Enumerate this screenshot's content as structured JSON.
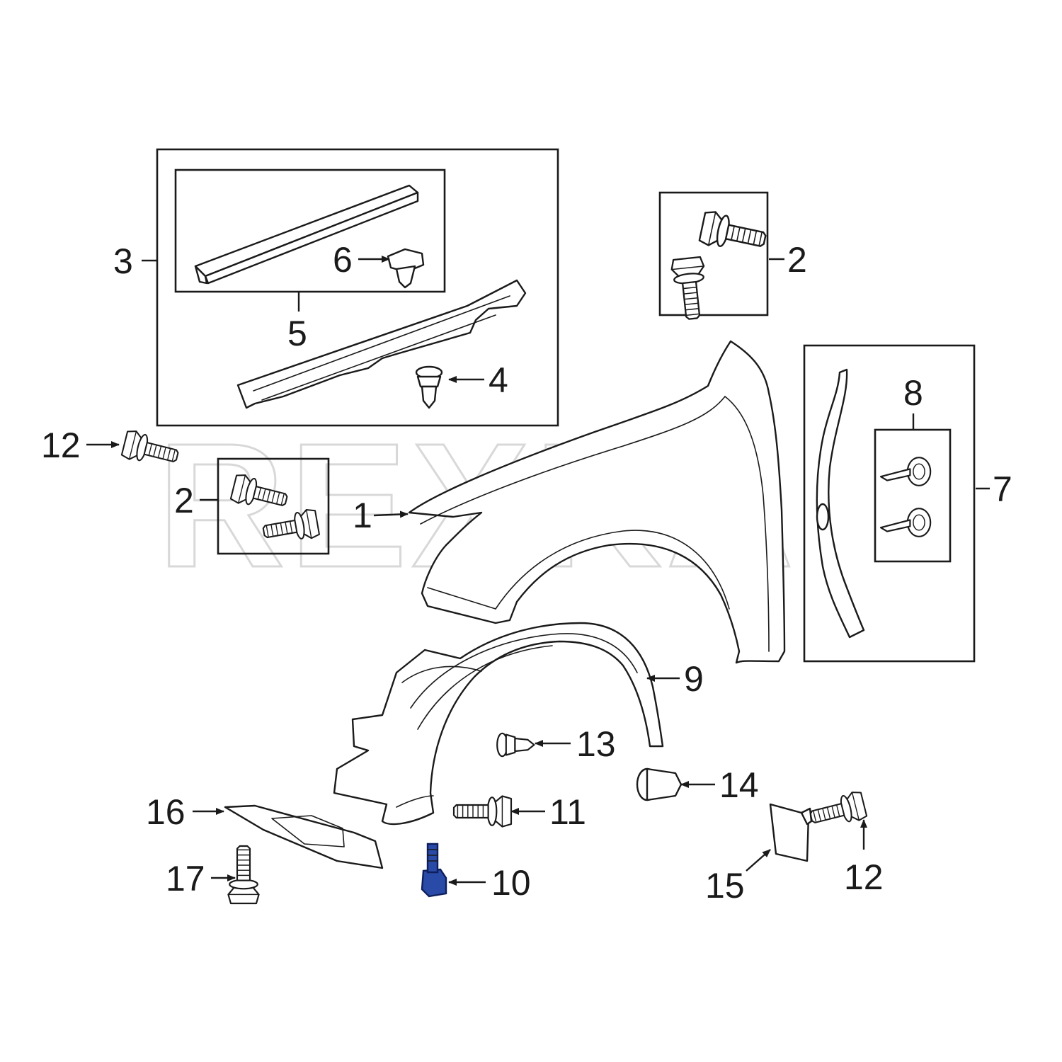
{
  "diagram": {
    "watermark": "REXKA",
    "highlight_color": "#2a4aa8",
    "callouts": [
      {
        "id": "c1",
        "label": "1"
      },
      {
        "id": "c2a",
        "label": "2"
      },
      {
        "id": "c2b",
        "label": "2"
      },
      {
        "id": "c3",
        "label": "3"
      },
      {
        "id": "c4",
        "label": "4"
      },
      {
        "id": "c5",
        "label": "5"
      },
      {
        "id": "c6",
        "label": "6"
      },
      {
        "id": "c7",
        "label": "7"
      },
      {
        "id": "c8",
        "label": "8"
      },
      {
        "id": "c9",
        "label": "9"
      },
      {
        "id": "c10",
        "label": "10"
      },
      {
        "id": "c11",
        "label": "11"
      },
      {
        "id": "c12a",
        "label": "12"
      },
      {
        "id": "c12b",
        "label": "12"
      },
      {
        "id": "c13",
        "label": "13"
      },
      {
        "id": "c14",
        "label": "14"
      },
      {
        "id": "c15",
        "label": "15"
      },
      {
        "id": "c16",
        "label": "16"
      },
      {
        "id": "c17",
        "label": "17"
      }
    ]
  }
}
